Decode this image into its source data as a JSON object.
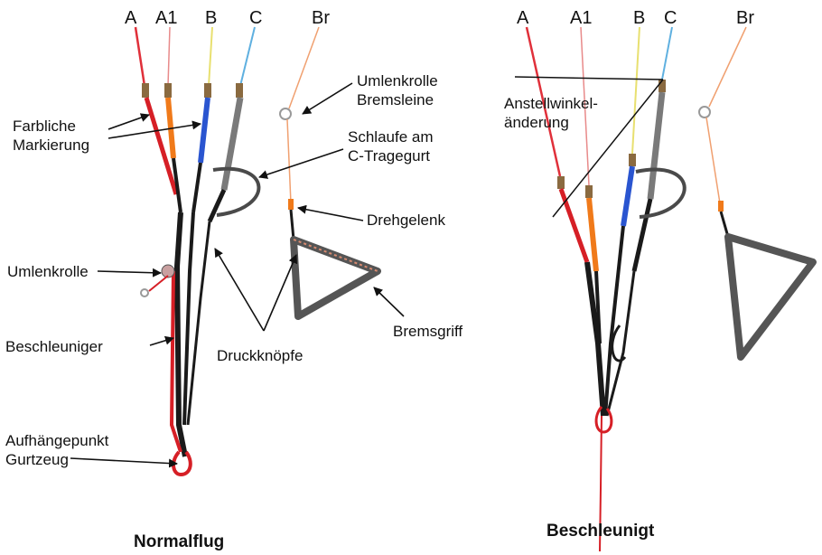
{
  "colors": {
    "line_a": "#e0303a",
    "line_a1": "#e88a8a",
    "line_b": "#e8e070",
    "line_c": "#5fb0e0",
    "line_br": "#f0a070",
    "riser_black": "#1a1a1a",
    "marker_red": "#d61f26",
    "marker_orange": "#f07a1a",
    "marker_blue": "#2a55d0",
    "grey": "#7a7a7a"
  },
  "left": {
    "top_labels": [
      "A",
      "A1",
      "B",
      "C",
      "Br"
    ],
    "caption": "Normalflug",
    "annotations": {
      "farbliche": [
        "Farbliche",
        "Markierung"
      ],
      "umlenkrolle_bremsleine": [
        "Umlenkrolle",
        "Bremsleine"
      ],
      "schlaufe": [
        "Schlaufe am",
        "C-Tragegurt"
      ],
      "drehgelenk": "Drehgelenk",
      "umlenkrolle": "Umlenkrolle",
      "beschleuniger": "Beschleuniger",
      "druckknoepfe": "Druckknöpfe",
      "bremsgriff": "Bremsgriff",
      "aufhaengepunkt": [
        "Aufhängepunkt",
        "Gurtzeug"
      ]
    }
  },
  "right": {
    "top_labels": [
      "A",
      "A1",
      "B",
      "C",
      "Br"
    ],
    "caption": "Beschleunigt",
    "annotations": {
      "anstellwinkel": [
        "Anstellwinkel-",
        "änderung"
      ]
    }
  }
}
